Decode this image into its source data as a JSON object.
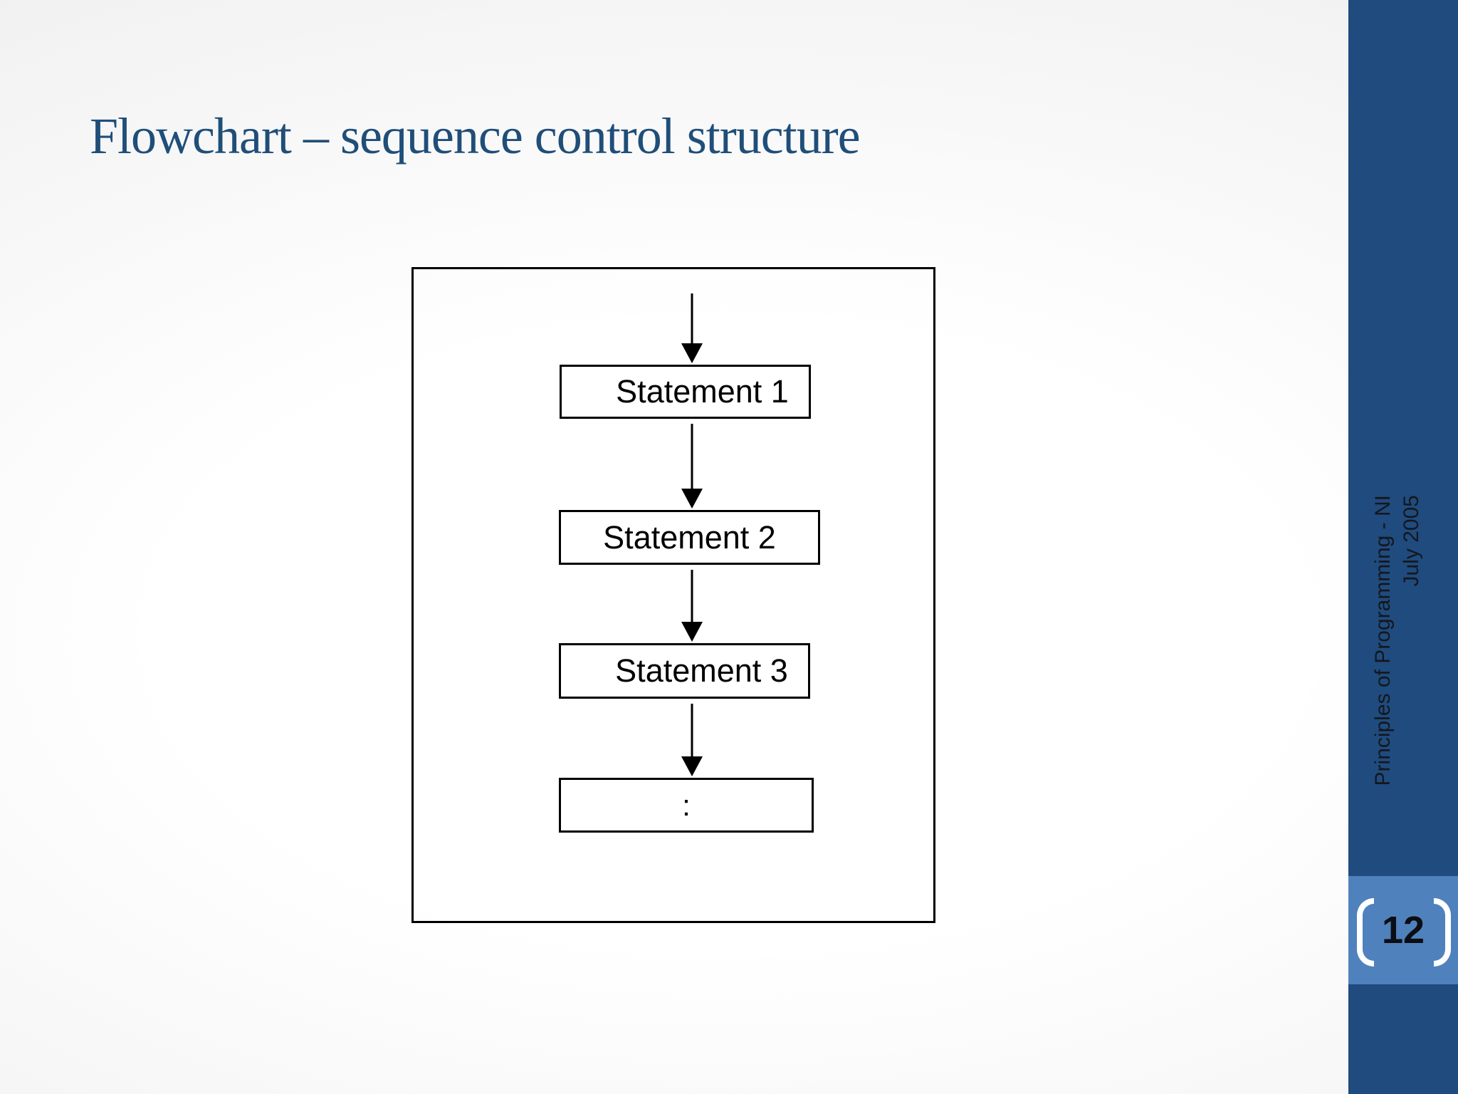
{
  "slide": {
    "title": "Flowchart – sequence control structure",
    "page_number": "12",
    "sidebar": {
      "line1": "Principles of Programming - NI",
      "line2": "July 2005"
    }
  },
  "flowchart": {
    "boxes": [
      {
        "label": "Statement 1"
      },
      {
        "label": "Statement 2"
      },
      {
        "label": "Statement 3"
      },
      {
        "label": ":"
      }
    ],
    "arrow_count": 4
  },
  "colors": {
    "title_text": "#1F4E79",
    "sidebar_background": "#1F4B7E",
    "page_badge_background": "#4F81BD",
    "box_border": "#000000",
    "statement_text": "#000000",
    "bracket": "#FFFFFF"
  }
}
